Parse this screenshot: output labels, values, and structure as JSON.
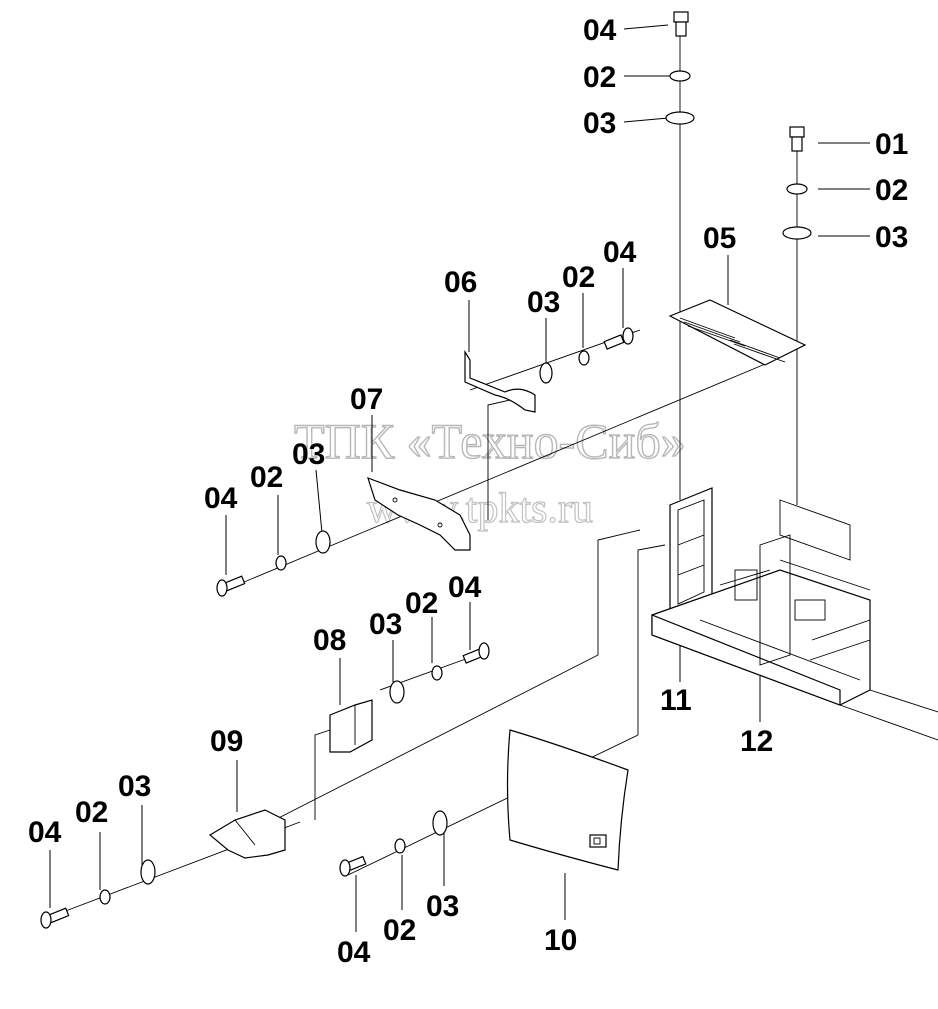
{
  "watermark": {
    "line1": "ТПК «Техно-Сиб»",
    "line2": "www.tpkts.ru"
  },
  "callouts": [
    {
      "id": "c-04-top",
      "text": "04"
    },
    {
      "id": "c-02-top",
      "text": "02"
    },
    {
      "id": "c-03-top",
      "text": "03"
    },
    {
      "id": "c-01-right",
      "text": "01"
    },
    {
      "id": "c-02-right",
      "text": "02"
    },
    {
      "id": "c-03-right",
      "text": "03"
    },
    {
      "id": "c-05",
      "text": "05"
    },
    {
      "id": "c-06",
      "text": "06"
    },
    {
      "id": "c-03-06",
      "text": "03"
    },
    {
      "id": "c-02-06",
      "text": "02"
    },
    {
      "id": "c-04-06",
      "text": "04"
    },
    {
      "id": "c-07",
      "text": "07"
    },
    {
      "id": "c-04-07",
      "text": "04"
    },
    {
      "id": "c-02-07",
      "text": "02"
    },
    {
      "id": "c-03-07",
      "text": "03"
    },
    {
      "id": "c-08",
      "text": "08"
    },
    {
      "id": "c-03-08",
      "text": "03"
    },
    {
      "id": "c-02-08",
      "text": "02"
    },
    {
      "id": "c-04-08",
      "text": "04"
    },
    {
      "id": "c-09",
      "text": "09"
    },
    {
      "id": "c-04-09",
      "text": "04"
    },
    {
      "id": "c-02-09",
      "text": "02"
    },
    {
      "id": "c-03-09",
      "text": "03"
    },
    {
      "id": "c-10",
      "text": "10"
    },
    {
      "id": "c-04-10",
      "text": "04"
    },
    {
      "id": "c-02-10",
      "text": "02"
    },
    {
      "id": "c-03-10",
      "text": "03"
    },
    {
      "id": "c-11",
      "text": "11"
    },
    {
      "id": "c-12",
      "text": "12"
    }
  ]
}
